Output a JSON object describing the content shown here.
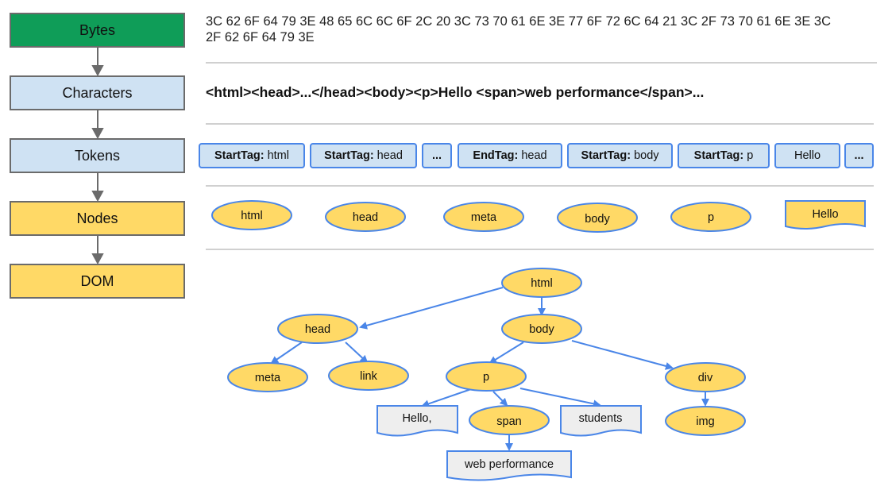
{
  "stages": {
    "bytes": "Bytes",
    "characters": "Characters",
    "tokens": "Tokens",
    "nodes": "Nodes",
    "dom": "DOM"
  },
  "bytes_text": "3C 62 6F 64 79 3E 48 65 6C 6C 6F 2C 20 3C 73 70 61 6E 3E 77 6F 72 6C 64 21 3C 2F 73 70 61 6E 3E 3C 2F 62 6F 64 79 3E",
  "characters_text": "<html><head>...</head><body><p>Hello <span>web performance</span>...",
  "tokens": [
    {
      "kind": "StartTag:",
      "name": "html"
    },
    {
      "kind": "StartTag:",
      "name": "head"
    },
    {
      "kind": "...",
      "name": ""
    },
    {
      "kind": "EndTag:",
      "name": "head"
    },
    {
      "kind": "StartTag:",
      "name": "body"
    },
    {
      "kind": "StartTag:",
      "name": "p"
    },
    {
      "kind": "",
      "name": "Hello"
    },
    {
      "kind": "...",
      "name": ""
    }
  ],
  "nodes": [
    "html",
    "head",
    "meta",
    "body",
    "p",
    "Hello"
  ],
  "dom": {
    "html": "html",
    "head": "head",
    "body": "body",
    "meta": "meta",
    "link": "link",
    "p": "p",
    "div": "div",
    "hello": "Hello,",
    "span": "span",
    "students": "students",
    "img": "img",
    "web_performance": "web performance"
  },
  "colors": {
    "green": "#0f9d58",
    "light_blue": "#cfe2f3",
    "yellow": "#ffd966",
    "blue_border": "#4a86e8",
    "arrow_blue": "#4a86e8"
  }
}
